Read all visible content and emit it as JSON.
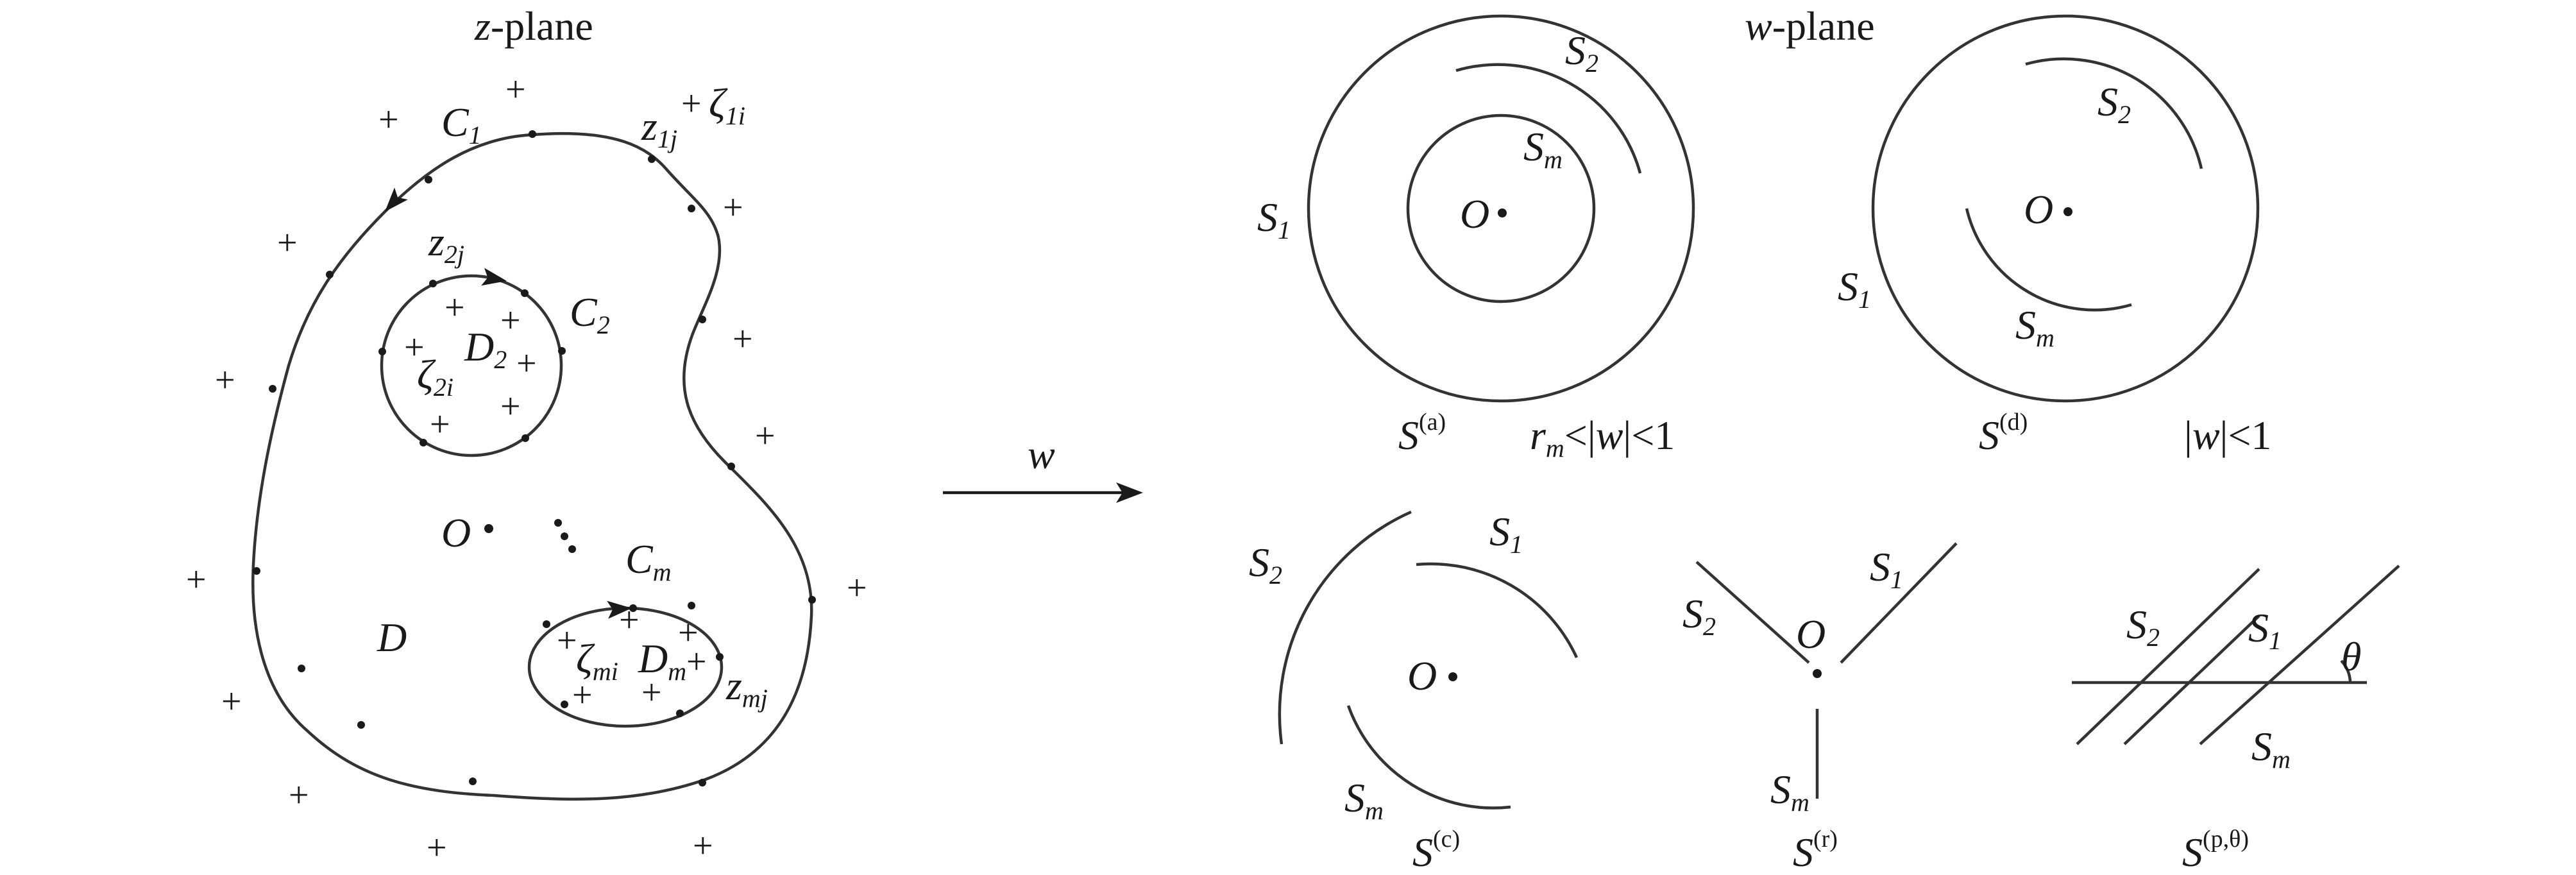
{
  "z_plane": {
    "title_var": "z",
    "title_rest": "-plane",
    "region": "D",
    "origin": "O",
    "dots": "⋮",
    "outer_curve": {
      "name": "C",
      "sub": "1"
    },
    "inner_curve_2": {
      "name": "C",
      "sub": "2"
    },
    "inner_curve_m": {
      "name": "C",
      "sub": "m"
    },
    "domain_2": {
      "name": "D",
      "sub": "2"
    },
    "domain_m": {
      "name": "D",
      "sub": "m"
    },
    "point_z1j": {
      "name": "z",
      "sub": "1j"
    },
    "point_z2j": {
      "name": "z",
      "sub": "2j"
    },
    "point_zmj": {
      "name": "z",
      "sub": "mj"
    },
    "charge_1i": {
      "name": "ζ",
      "sub": "1i"
    },
    "charge_2i": {
      "name": "ζ",
      "sub": "2i"
    },
    "charge_mi": {
      "name": "ζ",
      "sub": "mi"
    },
    "plus_symbol": "+"
  },
  "mapping": {
    "label": "w"
  },
  "w_plane": {
    "title_var": "w",
    "title_rest": "-plane",
    "panel_a": {
      "S1": {
        "name": "S",
        "sub": "1"
      },
      "S2": {
        "name": "S",
        "sub": "2"
      },
      "Sm": {
        "name": "S",
        "sub": "m"
      },
      "origin": "O",
      "caption": {
        "name": "S",
        "sup": "(a)"
      },
      "condition": {
        "r": "r",
        "r_sub": "m",
        "rel": "<|",
        "w": "w",
        "rest": "|<1"
      }
    },
    "panel_d": {
      "S1": {
        "name": "S",
        "sub": "1"
      },
      "S2": {
        "name": "S",
        "sub": "2"
      },
      "Sm": {
        "name": "S",
        "sub": "m"
      },
      "origin": "O",
      "caption": {
        "name": "S",
        "sup": "(d)"
      },
      "condition": {
        "pre": "|",
        "w": "w",
        "rest": "|<1"
      }
    },
    "panel_c": {
      "S1": {
        "name": "S",
        "sub": "1"
      },
      "S2": {
        "name": "S",
        "sub": "2"
      },
      "Sm": {
        "name": "S",
        "sub": "m"
      },
      "origin": "O",
      "caption": {
        "name": "S",
        "sup": "(c)"
      }
    },
    "panel_r": {
      "S1": {
        "name": "S",
        "sub": "1"
      },
      "S2": {
        "name": "S",
        "sub": "2"
      },
      "Sm": {
        "name": "S",
        "sub": "m"
      },
      "origin": "O",
      "caption": {
        "name": "S",
        "sup": "(r)"
      }
    },
    "panel_p": {
      "S1": {
        "name": "S",
        "sub": "1"
      },
      "S2": {
        "name": "S",
        "sub": "2"
      },
      "Sm": {
        "name": "S",
        "sub": "m"
      },
      "angle": "θ",
      "caption": {
        "name": "S",
        "sup_pre": "(p,",
        "sup_theta": "θ",
        "sup_post": ")"
      }
    }
  }
}
